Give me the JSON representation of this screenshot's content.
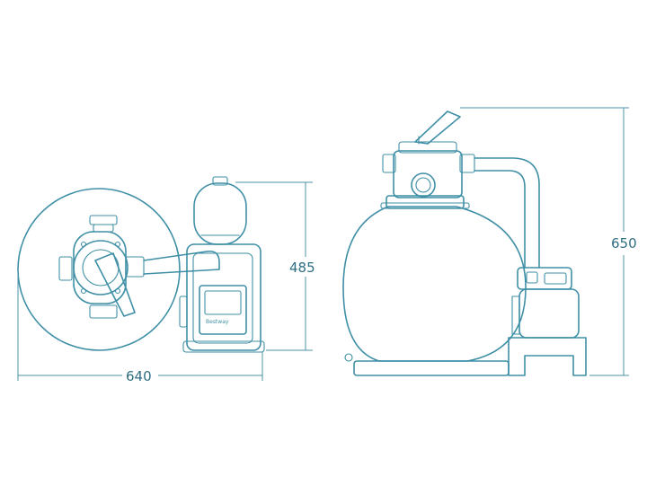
{
  "dimensions": {
    "width_label": "640",
    "height_pump_label": "485",
    "height_total_label": "650"
  },
  "brand": {
    "logo_text": "Bestway"
  },
  "colors": {
    "line": "#3f8fa6",
    "text": "#2f6f82",
    "background": "#ffffff"
  }
}
